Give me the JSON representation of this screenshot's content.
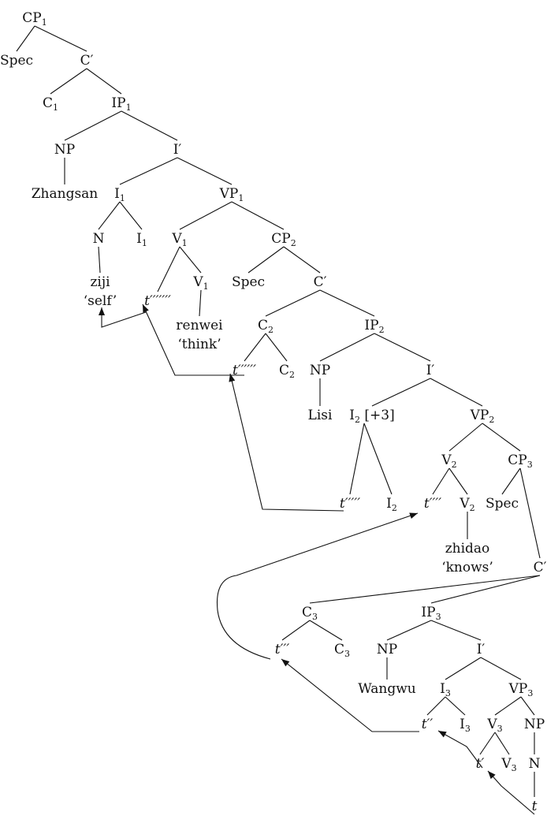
{
  "nodes": {
    "cp1": {
      "label": "CP",
      "sub": "1"
    },
    "spec1": {
      "label": "Spec",
      "sub": ""
    },
    "cbar1": {
      "label": "C′",
      "sub": ""
    },
    "c1": {
      "label": "C",
      "sub": "1"
    },
    "ip1": {
      "label": "IP",
      "sub": "1"
    },
    "np1": {
      "label": "NP",
      "sub": ""
    },
    "ibar1": {
      "label": "I′",
      "sub": ""
    },
    "zhangsan": {
      "label": "Zhangsan",
      "sub": ""
    },
    "i1": {
      "label": "I",
      "sub": "1"
    },
    "vp1": {
      "label": "VP",
      "sub": "1"
    },
    "n1": {
      "label": "N",
      "sub": ""
    },
    "i1b": {
      "label": "I",
      "sub": "1"
    },
    "v1": {
      "label": "V",
      "sub": "1"
    },
    "cp2": {
      "label": "CP",
      "sub": "2"
    },
    "ziji": {
      "label": "ziji",
      "sub": ""
    },
    "self": {
      "label": "‘self’",
      "sub": ""
    },
    "t7": {
      "label": "t′′′′′′′",
      "sub": ""
    },
    "v1b": {
      "label": "V",
      "sub": "1"
    },
    "spec2": {
      "label": "Spec",
      "sub": ""
    },
    "cbar2": {
      "label": "C′",
      "sub": ""
    },
    "renwei": {
      "label": "renwei",
      "sub": ""
    },
    "think": {
      "label": "‘think’",
      "sub": ""
    },
    "c2": {
      "label": "C",
      "sub": "2"
    },
    "ip2": {
      "label": "IP",
      "sub": "2"
    },
    "t6": {
      "label": "t′′′′′′",
      "sub": ""
    },
    "c2b": {
      "label": "C",
      "sub": "2"
    },
    "np2": {
      "label": "NP",
      "sub": ""
    },
    "ibar2": {
      "label": "I′",
      "sub": ""
    },
    "lisi": {
      "label": "Lisi",
      "sub": ""
    },
    "i2": {
      "label": "I",
      "sub": "2",
      "suffix": " [+3]"
    },
    "vp2": {
      "label": "VP",
      "sub": "2"
    },
    "v2": {
      "label": "V",
      "sub": "2"
    },
    "cp3": {
      "label": "CP",
      "sub": "3"
    },
    "t5": {
      "label": "t′′′′′",
      "sub": ""
    },
    "i2b": {
      "label": "I",
      "sub": "2"
    },
    "t4": {
      "label": "t′′′′",
      "sub": ""
    },
    "v2b": {
      "label": "V",
      "sub": "2"
    },
    "spec3": {
      "label": "Spec",
      "sub": ""
    },
    "zhidao": {
      "label": "zhidao",
      "sub": ""
    },
    "knows": {
      "label": "‘knows’",
      "sub": ""
    },
    "cbar3": {
      "label": "C′",
      "sub": ""
    },
    "c3": {
      "label": "C",
      "sub": "3"
    },
    "ip3": {
      "label": "IP",
      "sub": "3"
    },
    "t3": {
      "label": "t′′′",
      "sub": ""
    },
    "c3b": {
      "label": "C",
      "sub": "3"
    },
    "np3": {
      "label": "NP",
      "sub": ""
    },
    "ibar3": {
      "label": "I′",
      "sub": ""
    },
    "wangwu": {
      "label": "Wangwu",
      "sub": ""
    },
    "i3": {
      "label": "I",
      "sub": "3"
    },
    "vp3": {
      "label": "VP",
      "sub": "3"
    },
    "t2": {
      "label": "t′′",
      "sub": ""
    },
    "i3b": {
      "label": "I",
      "sub": "3"
    },
    "v3": {
      "label": "V",
      "sub": "3"
    },
    "np4": {
      "label": "NP",
      "sub": ""
    },
    "t1": {
      "label": "t′",
      "sub": ""
    },
    "v3b": {
      "label": "V",
      "sub": "3"
    },
    "n4": {
      "label": "N",
      "sub": ""
    },
    "t0": {
      "label": "t",
      "sub": ""
    }
  }
}
